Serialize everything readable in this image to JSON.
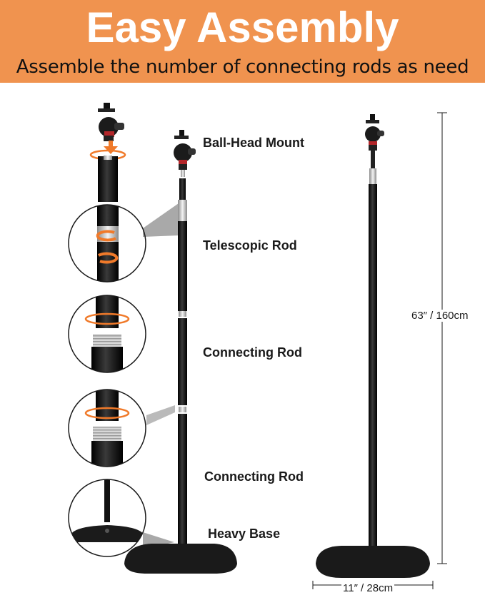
{
  "header": {
    "title": "Easy Assembly",
    "subtitle": "Assemble the number of connecting rods as need"
  },
  "labels": {
    "ball_head_mount": "Ball-Head Mount",
    "telescopic_rod": "Telescopic Rod",
    "connecting_rod_1": "Connecting Rod",
    "connecting_rod_2": "Connecting Rod",
    "heavy_base": "Heavy Base"
  },
  "dimensions": {
    "height": "63″ / 160cm",
    "width": "11″ / 28cm"
  },
  "colors": {
    "banner": "#f0934f",
    "accent_arrow": "#f07a2a",
    "rod": "#1b1b1b"
  }
}
